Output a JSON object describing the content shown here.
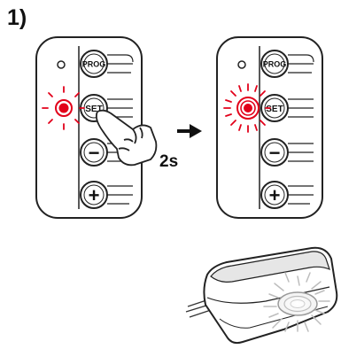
{
  "step": {
    "label": "1)"
  },
  "panels": [
    {
      "prog_label": "PROG",
      "set_label": "SET",
      "minus_symbol": "−",
      "plus_symbol": "+"
    },
    {
      "prog_label": "PROG",
      "set_label": "SET",
      "minus_symbol": "−",
      "plus_symbol": "+"
    }
  ],
  "press": {
    "duration_label": "2s"
  },
  "colors": {
    "led_red": "#e2001a",
    "outline": "#222222",
    "panel_fill": "#ffffff",
    "shade": "#e6e6e6"
  },
  "icons": [
    "hand-press-icon",
    "arrow-right-icon",
    "led-blink-icon",
    "device-light-icon"
  ]
}
